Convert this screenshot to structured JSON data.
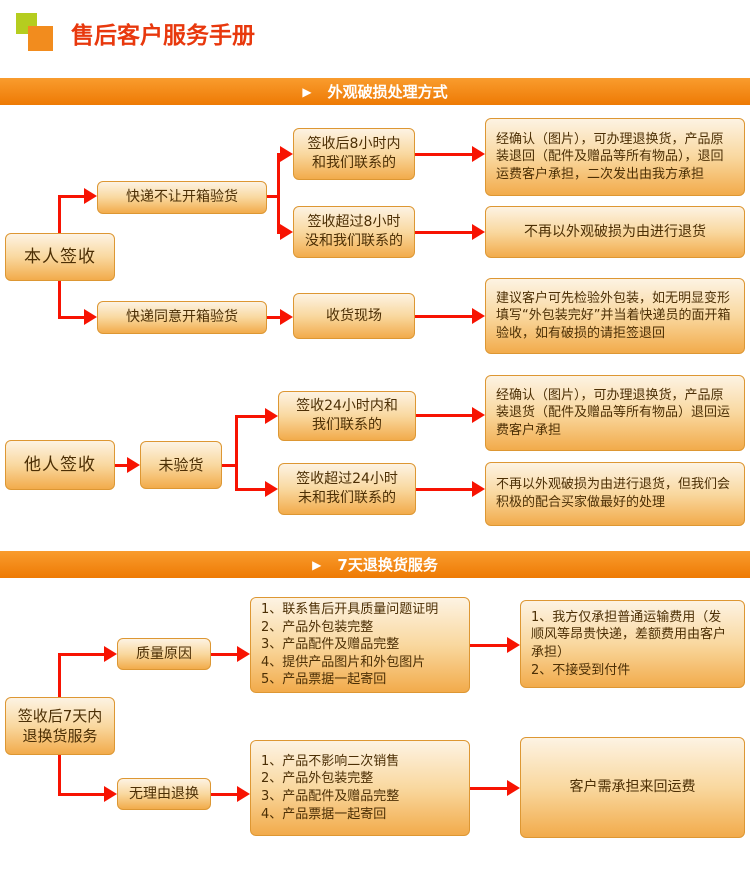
{
  "header": {
    "title": "售后客户服务手册"
  },
  "section1": {
    "bullet": "▶",
    "banner": "外观破损处理方式",
    "self_sign": "本人签收",
    "courier_no_open": "快递不让开箱验货",
    "within_8h": "签收后8小时内\n和我们联系的",
    "within_8h_result": "经确认（图片），可办理退换货，产品原装退回（配件及赠品等所有物品），退回运费客户承担，二次发出由我方承担",
    "over_8h": "签收超过8小时\n没和我们联系的",
    "over_8h_result": "不再以外观破损为由进行退货",
    "courier_open": "快递同意开箱验货",
    "receive_site": "收货现场",
    "receive_site_result": "建议客户可先检验外包装，如无明显变形填写“外包装完好”并当着快递员的面开箱验收，如有破损的请拒签退回",
    "other_sign": "他人签收",
    "not_inspected": "未验货",
    "within_24h": "签收24小时内和\n我们联系的",
    "within_24h_result": "经确认（图片），可办理退换货，产品原装退货（配件及赠品等所有物品）退回运费客户承担",
    "over_24h": "签收超过24小时\n未和我们联系的",
    "over_24h_result": "不再以外观破损为由进行退货，但我们会积极的配合买家做最好的处理"
  },
  "section2": {
    "bullet": "▶",
    "banner": "7天退换货服务",
    "seven_day": "签收后7天内\n退换货服务",
    "quality_reason": "质量原因",
    "quality_conditions": "1、联系售后开具质量问题证明\n2、产品外包装完整\n3、产品配件及赠品完整\n4、提供产品图片和外包图片\n5、产品票据一起寄回",
    "quality_result": "1、我方仅承担普通运输费用（发顺风等昂贵快递，差额费用由客户承担）\n2、不接受到付件",
    "no_reason": "无理由退换",
    "no_reason_conditions": "1、产品不影响二次销售\n2、产品外包装完整\n3、产品配件及赠品完整\n4、产品票据一起寄回",
    "no_reason_result": "客户需承担来回运费"
  }
}
